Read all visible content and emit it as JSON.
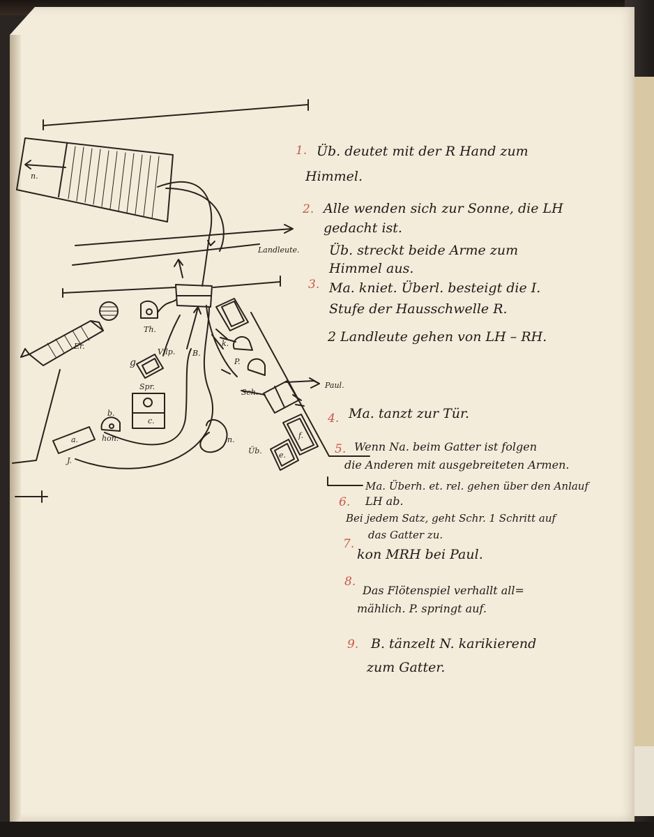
{
  "diagram_labels": {
    "n": "n.",
    "landleute": "Landleute.",
    "er": "Er.",
    "th": "Th.",
    "vilp": "Vilp.",
    "g": "g",
    "spr": "Spr.",
    "c": "c.",
    "a": "a.",
    "b": "b.",
    "j": "J.",
    "hon": "hon.",
    "B": "B.",
    "k": "k.",
    "p": "P.",
    "sch": "Sch.",
    "paul": "Paul.",
    "z_n": "n.",
    "ub": "Üb.",
    "f": "f.",
    "e": "e."
  },
  "notes": [
    {
      "number": "1.",
      "lines": [
        "Üb. deutet mit der R Hand zum",
        "Himmel."
      ]
    },
    {
      "number": "2.",
      "lines": [
        "Alle wenden sich zur Sonne, die LH",
        "gedacht ist.",
        "Üb. streckt beide Arme zum",
        "Himmel aus."
      ]
    },
    {
      "number": "3.",
      "lines": [
        "Ma. kniet. Überl. besteigt die I.",
        "Stufe der Hausschwelle R.",
        "2 Landleute gehen von LH – RH."
      ]
    },
    {
      "number": "4.",
      "lines": [
        "Ma. tanzt zur Tür."
      ]
    },
    {
      "number": "5.",
      "lines": [
        "Wenn Na. beim Gatter ist folgen",
        "die Anderen mit ausgebreiteten Armen.",
        "Ma. Überh. et. rel. gehen über den Anlauf"
      ]
    },
    {
      "number": "6.",
      "lines": [
        "LH ab.",
        "Bei jedem Satz, geht Schr. 1 Schritt auf",
        "das Gatter zu."
      ]
    },
    {
      "number": "7.",
      "lines": [
        "kon MRH bei Paul."
      ]
    },
    {
      "number": "8.",
      "lines": [
        "Das Flötenspiel verhallt all=",
        "mählich. P. springt auf."
      ]
    },
    {
      "number": "9.",
      "lines": [
        "B. tänzelt N. karikierend",
        "zum Gatter."
      ]
    }
  ]
}
